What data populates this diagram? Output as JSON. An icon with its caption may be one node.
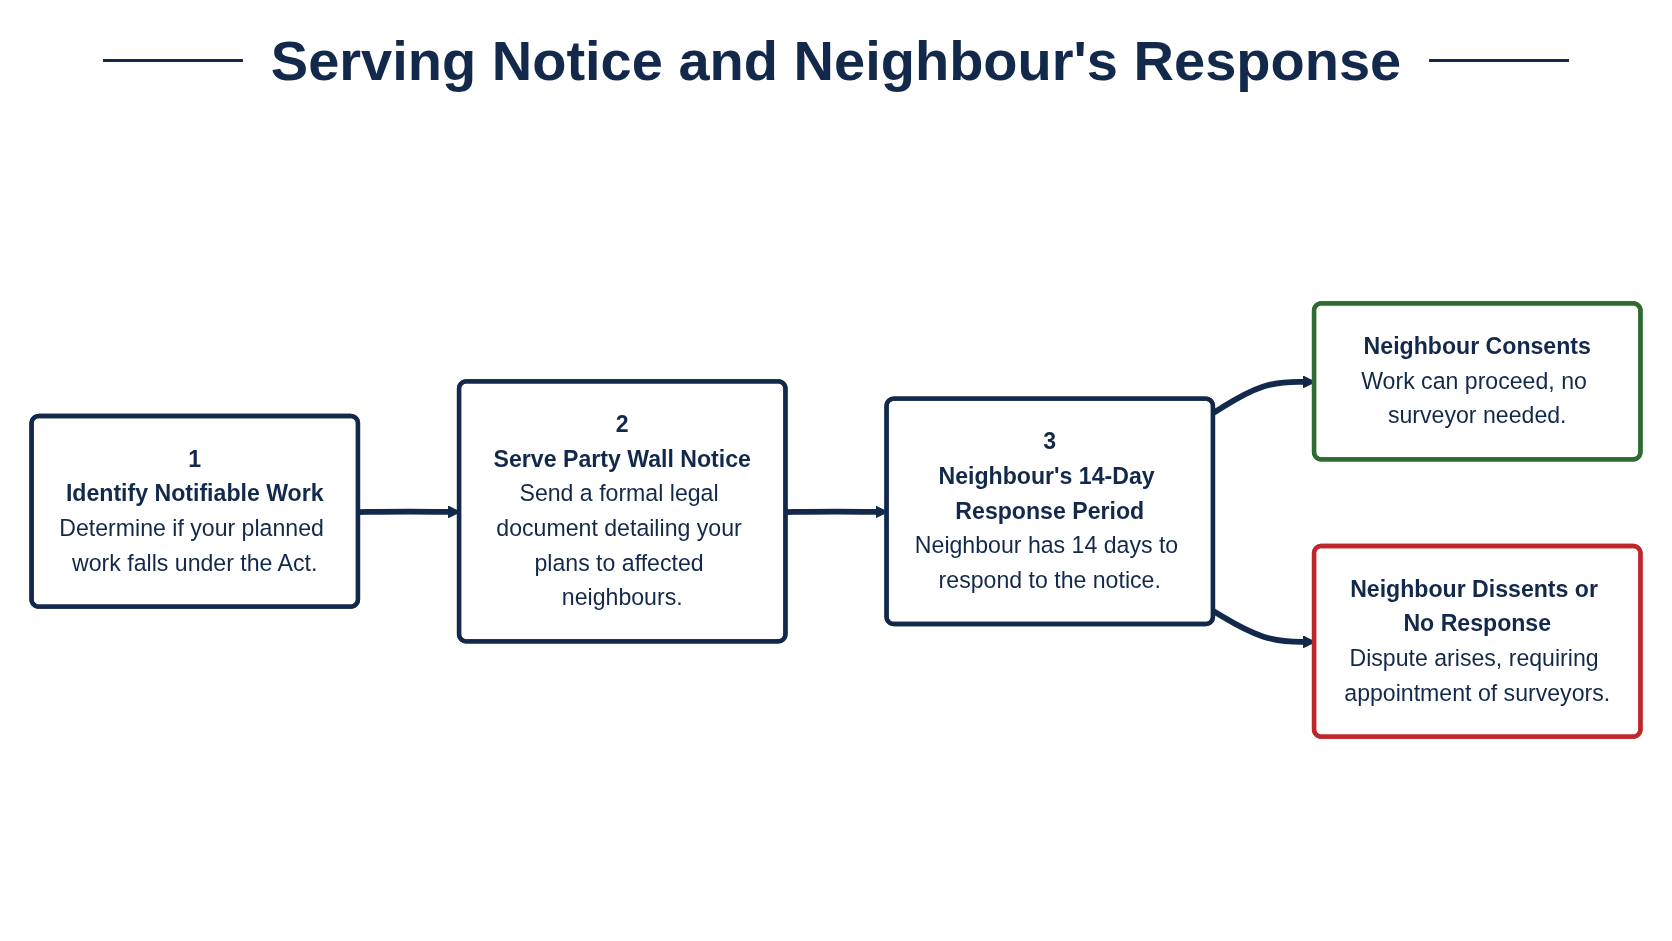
{
  "diagram": {
    "title": "Serving Notice and Neighbour's Response",
    "nodes": [
      {
        "text": [
          "1",
          "Identify Notifiable Work",
          "Determine if your planned work falls under the Act."
        ]
      },
      {
        "text": [
          "2",
          "Serve Party Wall Notice",
          "Send a formal legal document detailing your plans to affected neighbours."
        ]
      },
      {
        "text": [
          "3",
          "Neighbour's 14-Day Response Period",
          "Neighbour has 14 days to respond to the notice."
        ]
      },
      {
        "text": [
          "Neighbour Consents",
          "Work can proceed, no surveyor needed."
        ]
      },
      {
        "text": [
          "Neighbour Dissents or No Response",
          "Dispute arises, requiring appointment of surveyors."
        ]
      }
    ],
    "edges": [
      {
        "from": 0,
        "to": 1,
        "arrow": "to"
      },
      {
        "from": 1,
        "to": 2,
        "arrow": "to"
      },
      {
        "from": 2,
        "to": 3,
        "arrow": "to"
      },
      {
        "from": 2,
        "to": 4,
        "arrow": "to"
      }
    ]
  }
}
